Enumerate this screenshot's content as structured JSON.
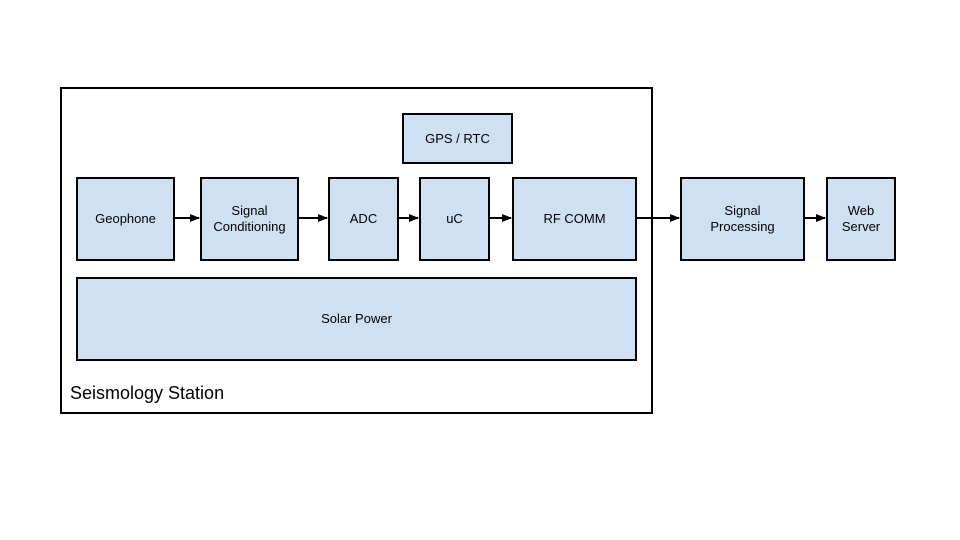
{
  "station": {
    "label": "Seismology Station"
  },
  "blocks": {
    "geophone": "Geophone",
    "signal_conditioning": "Signal\nConditioning",
    "adc": "ADC",
    "uc": "uC",
    "rf_comm": "RF COMM",
    "gps_rtc": "GPS / RTC",
    "solar_power": "Solar Power",
    "signal_processing": "Signal\nProcessing",
    "web_server": "Web\nServer"
  },
  "colors": {
    "block_fill": "#cfe0f2",
    "border": "#000000"
  }
}
